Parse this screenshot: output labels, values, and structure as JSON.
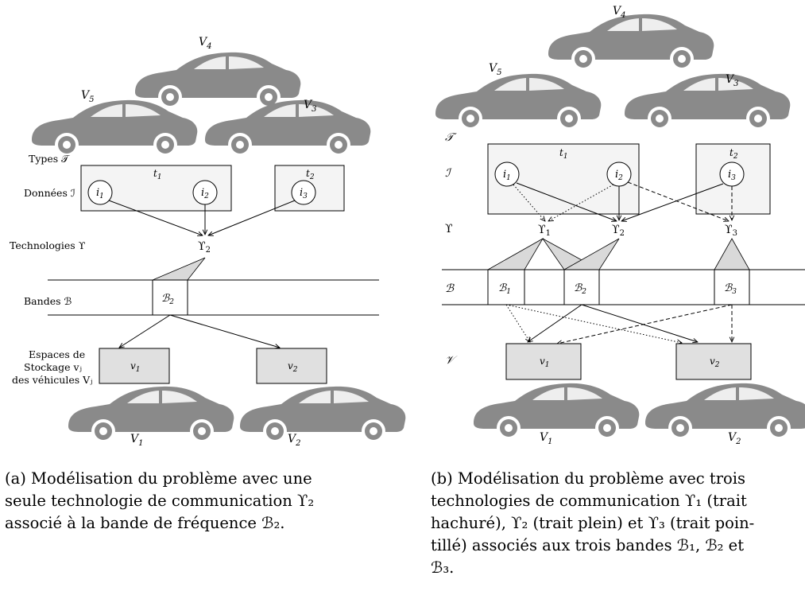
{
  "panel_a": {
    "vehicles": {
      "V4": "V",
      "V4_sub": "4",
      "V5": "V",
      "V5_sub": "5",
      "V3": "V",
      "V3_sub": "3",
      "V1": "V",
      "V1_sub": "1",
      "V2": "V",
      "V2_sub": "2"
    },
    "row_labels": {
      "types": "Types 𝒯",
      "donnees": "Données ℐ",
      "technologies": "Technologies ϒ",
      "bandes": "Bandes ℬ",
      "espaces_1": "Espaces de",
      "espaces_2": "Stockage vⱼ",
      "espaces_3": "des véhicules Vⱼ"
    },
    "types": {
      "t1": "t",
      "t1_sub": "1",
      "t2": "t",
      "t2_sub": "2"
    },
    "data_items": {
      "i1": "i",
      "i1_sub": "1",
      "i2": "i",
      "i2_sub": "2",
      "i3": "i",
      "i3_sub": "3"
    },
    "technology": {
      "sym": "ϒ",
      "sub": "2"
    },
    "band": {
      "sym": "ℬ",
      "sub": "2"
    },
    "storage": {
      "v1": "v",
      "v1_sub": "1",
      "v2": "v",
      "v2_sub": "2"
    }
  },
  "panel_b": {
    "vehicles": {
      "V4": "V",
      "V4_sub": "4",
      "V5": "V",
      "V5_sub": "5",
      "V3": "V",
      "V3_sub": "3",
      "V1": "V",
      "V1_sub": "1",
      "V2": "V",
      "V2_sub": "2"
    },
    "row_labels": {
      "types": "𝒯",
      "donnees": "ℐ",
      "technologies": "ϒ",
      "bandes": "ℬ",
      "storage": "𝒱"
    },
    "types": {
      "t1": "t",
      "t1_sub": "1",
      "t2": "t",
      "t2_sub": "2"
    },
    "data_items": {
      "i1": "i",
      "i1_sub": "1",
      "i2": "i",
      "i2_sub": "2",
      "i3": "i",
      "i3_sub": "3"
    },
    "technologies": {
      "sym": "ϒ",
      "s1": "1",
      "s2": "2",
      "s3": "3"
    },
    "bands": {
      "sym": "ℬ",
      "s1": "1",
      "s2": "2",
      "s3": "3"
    },
    "storage": {
      "v1": "v",
      "v1_sub": "1",
      "v2": "v",
      "v2_sub": "2"
    }
  },
  "captions": {
    "a": [
      "(a) Modélisation du problème avec une",
      "seule technologie de communication ϒ₂",
      "associé à la bande de fréquence ℬ₂."
    ],
    "b": [
      "(b) Modélisation du problème avec trois",
      "technologies de communication ϒ₁ (trait",
      "hachuré), ϒ₂ (trait plein) et ϒ₃ (trait poin-",
      "tillé) associés aux trois bandes ℬ₁, ℬ₂ et",
      "ℬ₃."
    ]
  }
}
